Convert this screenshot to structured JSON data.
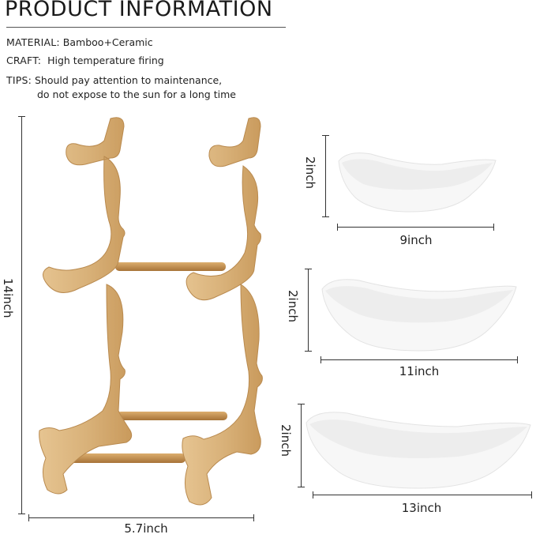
{
  "header": {
    "title": "PRODUCT INFORMATION"
  },
  "specs": {
    "material_label": "MATERIAL:",
    "material_value": "Bamboo+Ceramic",
    "craft_label": "CRAFT:",
    "craft_value": "High temperature firing",
    "tips_label": "TIPS:",
    "tips_line1": "Should pay attention to maintenance,",
    "tips_line2": "do not expose to the sun for a long time"
  },
  "rack": {
    "height_label": "14inch",
    "width_label": "5.7inch",
    "color": "#d9b27a"
  },
  "plates": [
    {
      "height_label": "2inch",
      "width_label": "9inch"
    },
    {
      "height_label": "2inch",
      "width_label": "11inch"
    },
    {
      "height_label": "2inch",
      "width_label": "13inch"
    }
  ]
}
